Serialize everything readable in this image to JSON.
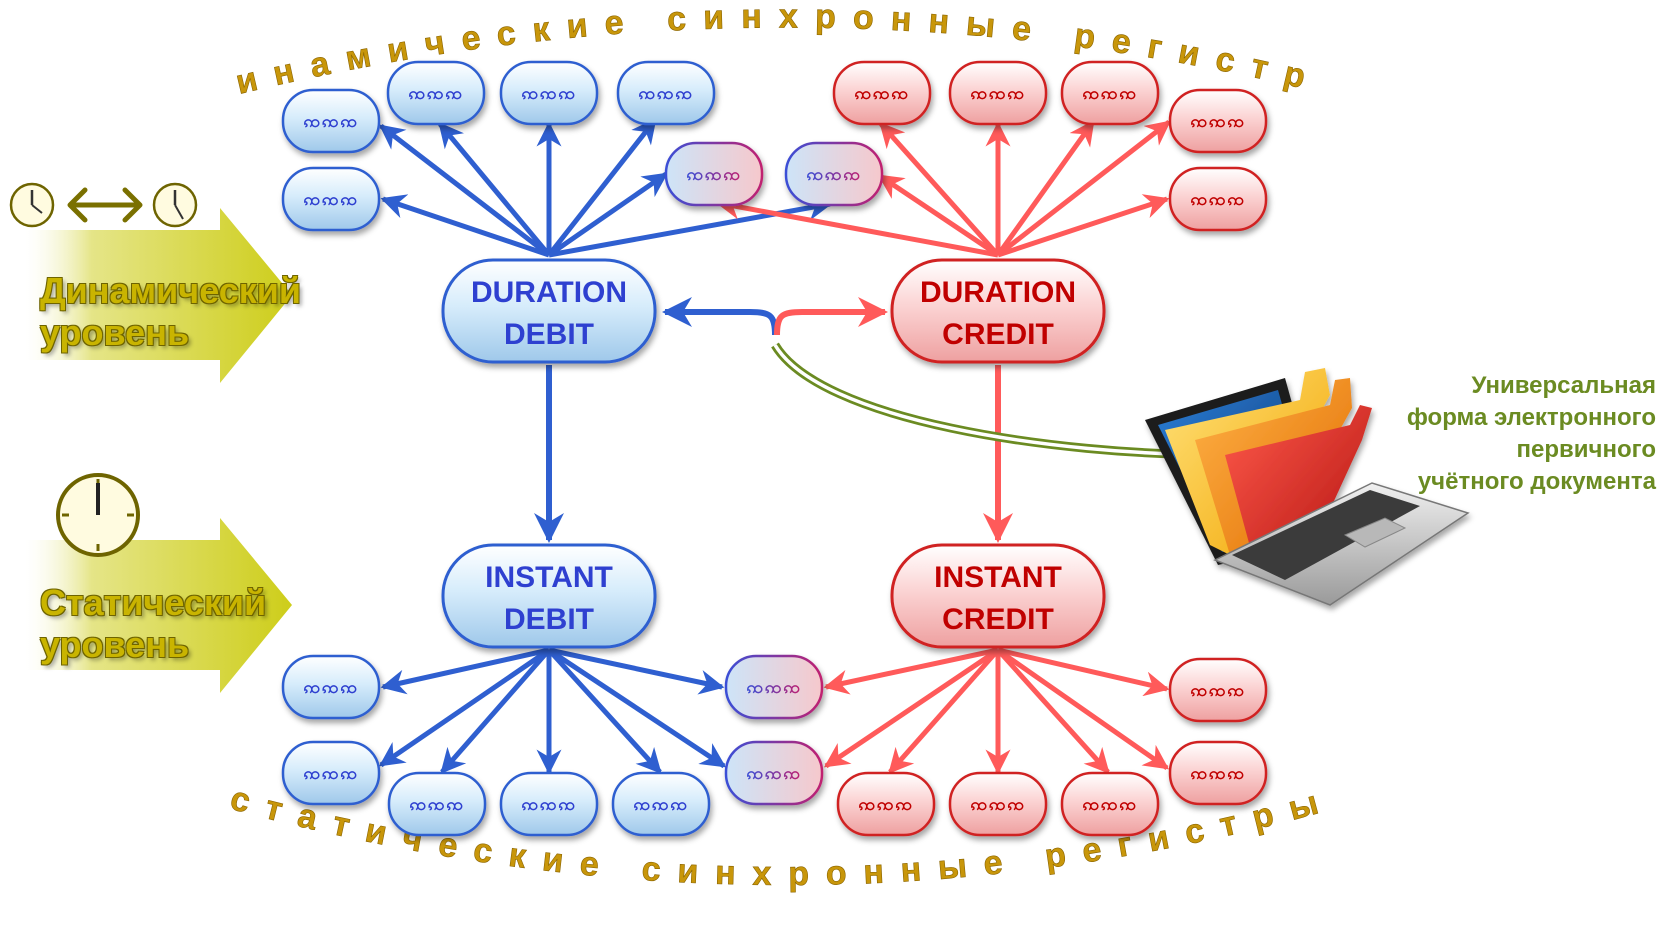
{
  "titles": {
    "top_arc": "динамические синхронные регистры",
    "bottom_arc": "статические синхронные регистры"
  },
  "levels": {
    "dynamic": "Динамический уровень",
    "static": "Статический уровень"
  },
  "nodes": {
    "duration_debit": [
      "DURATION",
      "DEBIT"
    ],
    "duration_credit": [
      "DURATION",
      "CREDIT"
    ],
    "instant_debit": [
      "INSTANT",
      "DEBIT"
    ],
    "instant_credit": [
      "INSTANT",
      "CREDIT"
    ]
  },
  "register_glyph": "ꩡꩡꩡ",
  "document_caption": "Универсальная форма электронного первичного учётного документа",
  "colors": {
    "debit": "#2f5fd0",
    "credit": "#ff5a5a",
    "arc_text": "#c8960a",
    "level_label": "#c9b400",
    "caption": "#6b8b22",
    "link_line": "#6b8b22"
  },
  "icons": [
    "clock-icon",
    "double-arrow-icon",
    "laptop-folders-icon",
    "level-arrow-icon"
  ]
}
